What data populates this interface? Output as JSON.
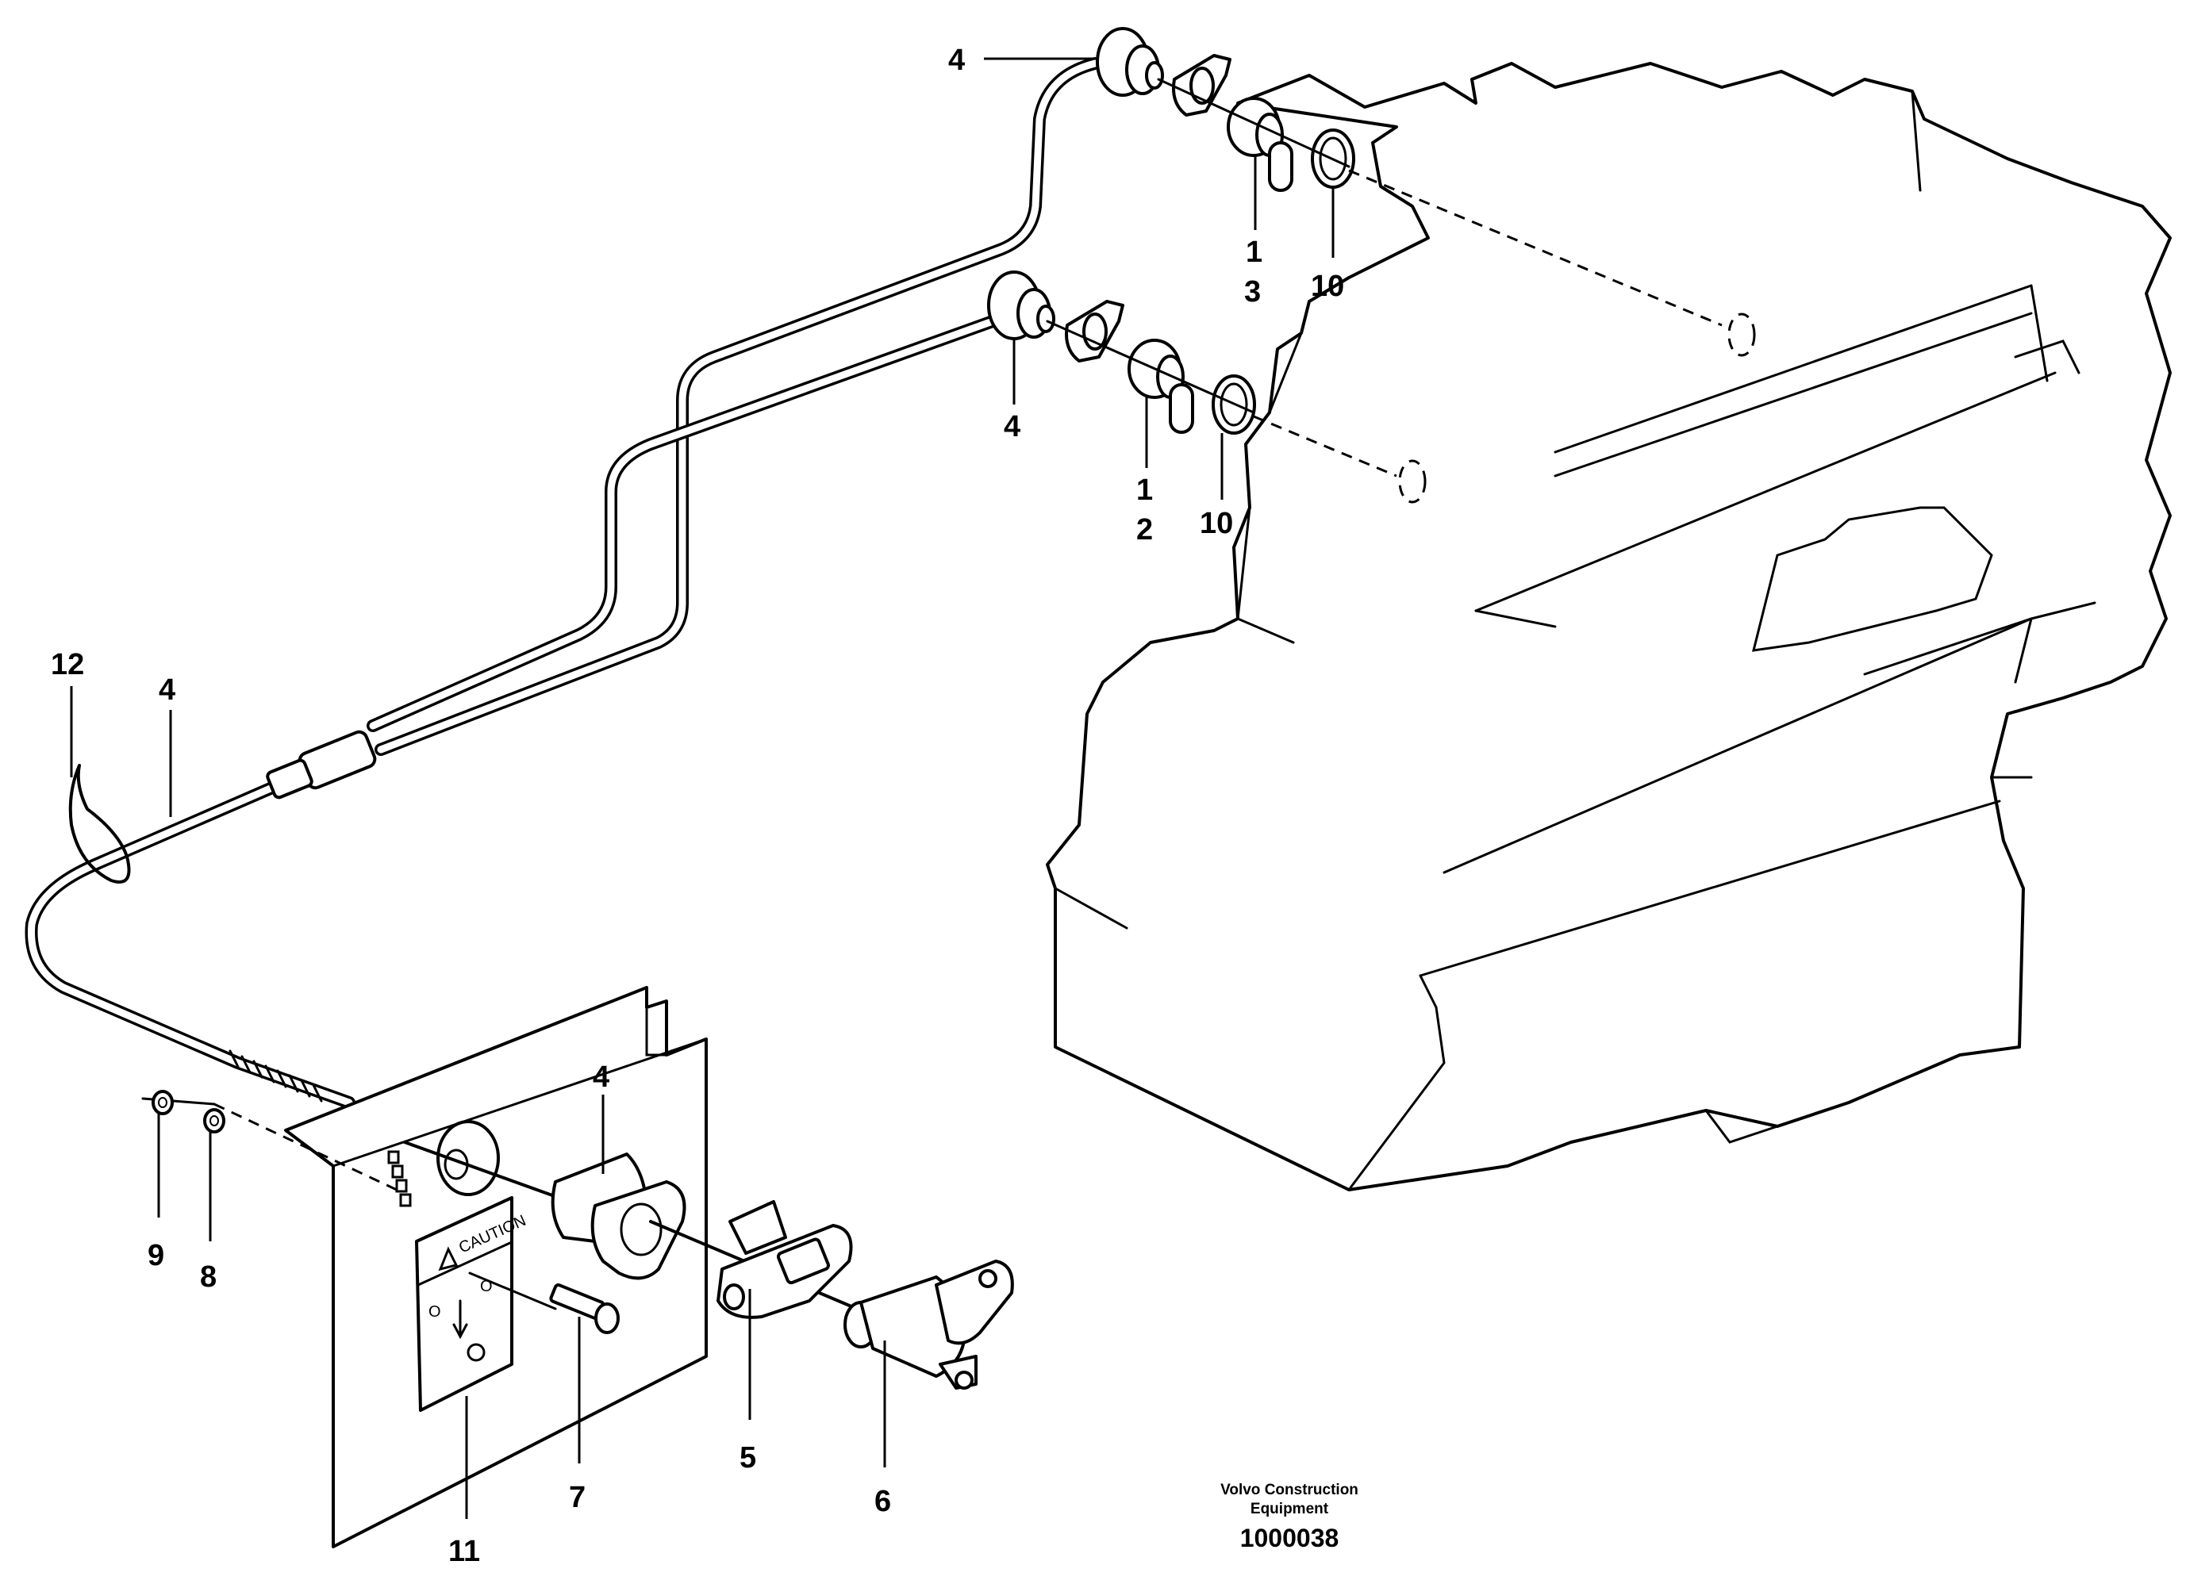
{
  "callouts": [
    {
      "id": "c1",
      "text": "4"
    },
    {
      "id": "c2",
      "text": "1"
    },
    {
      "id": "c3",
      "text": "3"
    },
    {
      "id": "c4",
      "text": "10"
    },
    {
      "id": "c5",
      "text": "4"
    },
    {
      "id": "c6",
      "text": "1"
    },
    {
      "id": "c7",
      "text": "2"
    },
    {
      "id": "c8",
      "text": "10"
    },
    {
      "id": "c9",
      "text": "12"
    },
    {
      "id": "c10",
      "text": "4"
    },
    {
      "id": "c11",
      "text": "4"
    },
    {
      "id": "c12",
      "text": "9"
    },
    {
      "id": "c13",
      "text": "8"
    },
    {
      "id": "c14",
      "text": "5"
    },
    {
      "id": "c15",
      "text": "6"
    },
    {
      "id": "c16",
      "text": "7"
    },
    {
      "id": "c17",
      "text": "11"
    }
  ],
  "decal": {
    "caution": "CAUTION",
    "o_left": "O",
    "o_right": "O"
  },
  "footer": {
    "company_line1": "Volvo Construction",
    "company_line2": "Equipment",
    "drawing_number": "1000038"
  }
}
